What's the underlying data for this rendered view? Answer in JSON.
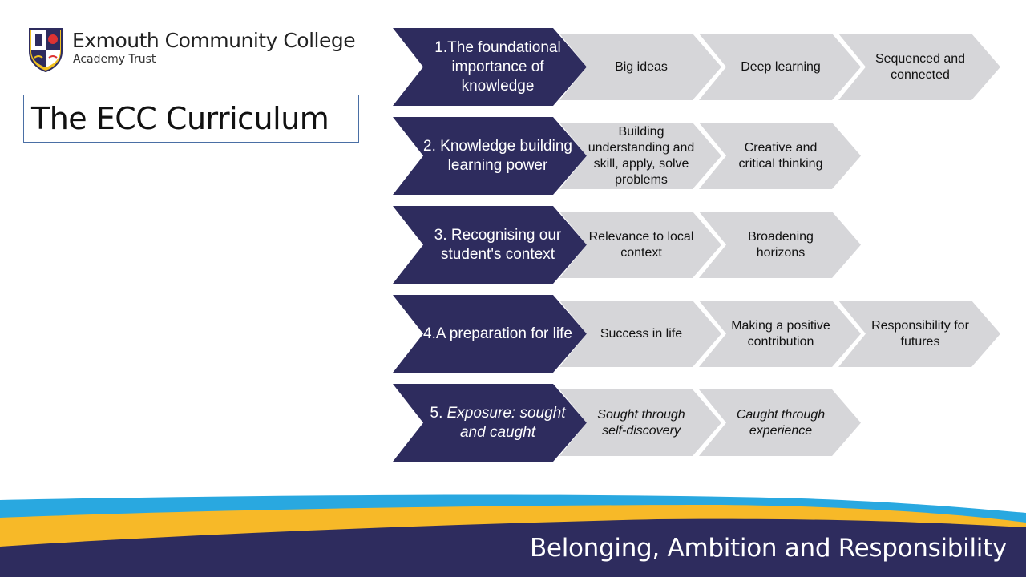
{
  "header": {
    "college_name": "Exmouth Community College",
    "trust_name": "Academy Trust"
  },
  "slide": {
    "title": "The ECC Curriculum"
  },
  "rows": [
    {
      "main": "1.The foundational importance of knowledge",
      "main_italic": false,
      "items": [
        "Big ideas",
        "Deep learning",
        "Sequenced and connected"
      ],
      "items_italic": false
    },
    {
      "main": "2. Knowledge building learning power",
      "main_italic": false,
      "items": [
        "Building understanding and skill, apply, solve problems",
        "Creative and critical thinking"
      ],
      "items_italic": false
    },
    {
      "main": "3. Recognising our student's context",
      "main_italic": false,
      "items": [
        "Relevance to local context",
        "Broadening horizons"
      ],
      "items_italic": false
    },
    {
      "main": "4.A preparation for life",
      "main_italic": false,
      "items": [
        "Success in life",
        "Making a positive contribution",
        "Responsibility for futures"
      ],
      "items_italic": false
    },
    {
      "main_prefix": "5. ",
      "main_rest": "Exposure: sought and caught",
      "main_italic": true,
      "items": [
        "Sought through self-discovery",
        "Caught through experience"
      ],
      "items_italic": true
    }
  ],
  "footer": {
    "tagline": "Belonging, Ambition and Responsibility"
  },
  "colors": {
    "primary_navy": "#2e2c5e",
    "chevron_grey": "#d6d6d9",
    "wave_blue": "#29a8e0",
    "wave_yellow": "#f7b928",
    "title_border": "#4a6fa5"
  },
  "icons": {
    "logo": "school-crest-icon"
  }
}
